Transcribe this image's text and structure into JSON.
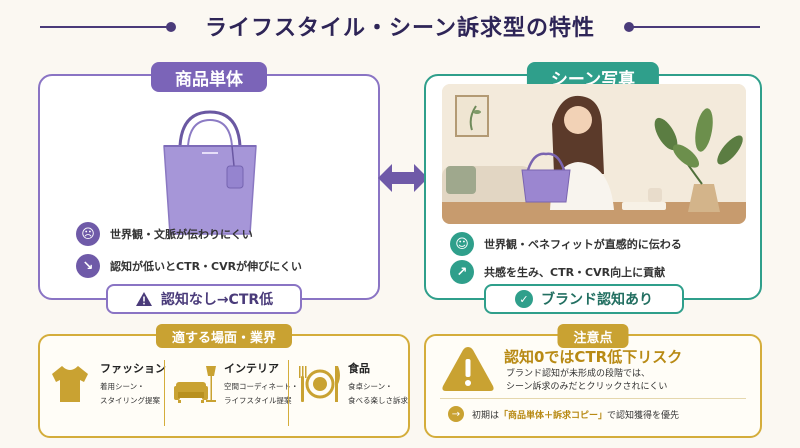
{
  "title": "ライフスタイル・シーン訴求型の特性",
  "left_panel": {
    "header": "商品単体",
    "points": [
      {
        "icon": "sad-face-icon",
        "text": "世界観・文脈が伝わりにくい"
      },
      {
        "icon": "trend-down-icon",
        "text": "認知が低いとCTR・CVRが伸びにくい"
      }
    ],
    "verdict": {
      "icon": "warning-icon",
      "text": "認知なし→CTR低"
    }
  },
  "right_panel": {
    "header": "シーン写真",
    "points": [
      {
        "icon": "smile-face-icon",
        "text": "世界観・ベネフィットが直感的に伝わる"
      },
      {
        "icon": "trend-up-icon",
        "text": "共感を生み、CTR・CVR向上に貢献"
      }
    ],
    "verdict": {
      "icon": "check-circle-icon",
      "text": "ブランド認知あり"
    }
  },
  "industries": {
    "header": "適する場面・業界",
    "items": [
      {
        "icon": "tshirt-icon",
        "title": "ファッション",
        "desc1": "着用シーン・",
        "desc2": "スタイリング提案"
      },
      {
        "icon": "sofa-lamp-icon",
        "title": "インテリア",
        "desc1": "空間コーディネート・",
        "desc2": "ライフスタイル提案"
      },
      {
        "icon": "plate-cutlery-icon",
        "title": "食品",
        "desc1": "食卓シーン・",
        "desc2": "食べる楽しさ訴求"
      }
    ]
  },
  "caution": {
    "header": "注意点",
    "headline": "認知0ではCTR低下リスク",
    "desc1": "ブランド認知が未形成の段階では、",
    "desc2": "シーン訴求のみだとクリックされにくい",
    "foot_pre": "初期は",
    "foot_highlight": "「商品単体＋訴求コピー」",
    "foot_post": "で認知獲得を優先"
  },
  "colors": {
    "purple": "#7b64b8",
    "teal": "#2f9f8b",
    "gold": "#c9a232",
    "navy": "#2e2557"
  }
}
